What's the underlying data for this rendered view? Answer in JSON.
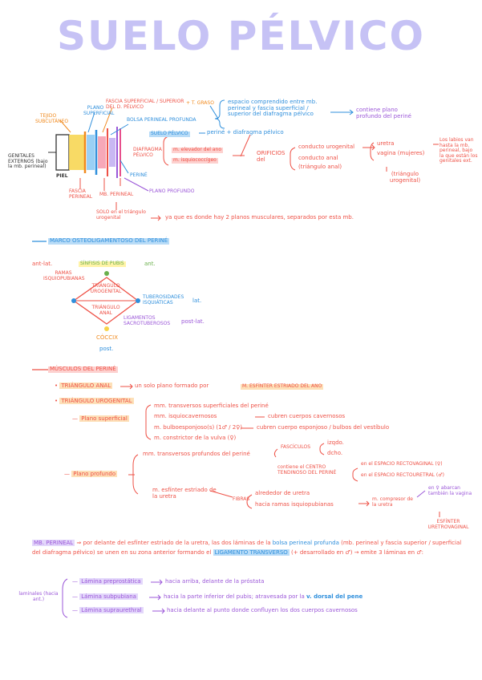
{
  "colors": {
    "title": "#c6c2f5",
    "orange": "#f08a1e",
    "red": "#ee5146",
    "blue": "#2f8fdc",
    "purple": "#9b57d8",
    "pink": "#e74f8c",
    "dark": "#333333",
    "green": "#6ab04c",
    "yellow": "#f7d34a"
  },
  "title": "SUELO PÉLVICO",
  "diagram": {
    "tejido_subcutaneo": "TEJIDO SUBCUTÁNEO",
    "genitales_externos": "GENITALES EXTERNOS (bajo la mb. perineal)",
    "piel": "PIEL",
    "fascia_perineal": "FASCIA PERINEAL",
    "plano_superficial": "PLANO SUPERFICIAL",
    "fascia_superficial": "FASCIA SUPERFICIAL / SUPERIOR DEL D. PÉLVICO",
    "t_graso": "+ T. GRASO",
    "bolsa_perineal": "BOLSA PERINEAL PROFUNDA",
    "suelo_pelvico": "SUELO PÉLVICO",
    "perine_diafragma": "periné + diafragma pélvico",
    "diafragma_pelvico": "DIAFRAGMA PÉLVICO",
    "elevador": "m. elevador del ano",
    "isquiococcigeo": "m. isquiococcígeo",
    "perine": "PERINÉ",
    "mb_perineal": "MB. PERINEAL",
    "plano_profundo": "PLANO PROFUNDO",
    "solo_en_el": "SOLO en el triángulo urogenital",
    "solo_texto": "ya que es donde hay 2 planos musculares, separados por esta mb.",
    "espacio": "espacio comprendido entre mb. perineal y fascia superficial / superior del diafragma pélvico",
    "contiene": "contiene plano profundo del periné",
    "orificios": "ORIFICIOS del",
    "conducto_urogenital": "conducto urogenital",
    "conducto_anal": "conducto anal",
    "triangulo_anal": "(triángulo anal)",
    "uretra": "uretra",
    "vagina": "vagina (mujeres)",
    "triangulo_urogenital": "(triángulo urogenital)",
    "labios": "Los labios van hasta la mb. perineal, bajo la que están los genitales ext."
  },
  "marco": {
    "heading": "MARCO OSTEOLIGAMENTOSO DEL PERINÉ",
    "ant_lat": "ant-lat.",
    "sinfisis": "SÍNFISIS DE PUBIS",
    "ant": "ant.",
    "ramas": "RAMAS ISQUIOPUBIANAS",
    "tri_urogenital": "TRIÁNGULO UROGENITAL",
    "tri_anal": "TRIÁNGULO ANAL",
    "tuberosidades": "TUBEROSIDADES ISQUIÁTICAS",
    "lat": "lat.",
    "ligamentos": "LIGAMENTOS SACROTUBEROSOS",
    "post_lat": "post-lat.",
    "coccix": "CÓCCIX",
    "post": "post."
  },
  "musculos": {
    "heading": "MÚSCULOS DEL PERINÉ",
    "tri_anal": "TRIÁNGULO ANAL",
    "tri_anal_text": "un solo plano formado por",
    "esfinter_anal": "M. ESFÍNTER ESTRIADO DEL ANO",
    "tri_urogenital": "TRIÁNGULO UROGENITAL",
    "plano_superficial": "Plano superficial",
    "ms_sup": [
      "mm. transversos superficiales del periné",
      "mm. isquiocavernosos",
      "m. bulboesponjoso(s) (1♂ / 2♀)",
      "m. constrictor de la vulva (♀)"
    ],
    "cubren_cavernosos": "cubren cuerpos cavernosos",
    "cubren_esponjoso": "cubren cuerpo esponjoso / bulbos del vestíbulo",
    "plano_profundo": "Plano profundo",
    "transversos_prof": "mm. transversos profundos del periné",
    "fasciculos": "FASCÍCULOS",
    "izqdo": "izqdo.",
    "dcho": "dcho.",
    "contiene_centro": "contiene el CENTRO TENDINOSO DEL PERINÉ",
    "espacio_recto_vag": "en el ESPACIO RECTOVAGINAL (♀)",
    "espacio_recto_ure": "en el ESPACIO RECTOURETRAL (♂)",
    "esfinter_uretra": "m. esfínter estriado de la uretra",
    "fibras": "FIBRAS",
    "alrededor": "alrededor de uretra",
    "hacia_ramas": "hacia ramas isquiopubianas",
    "compresor": "m. compresor de la uretra",
    "en_abarcan": "en ♀ abarcan también la vagina",
    "esfinter_uv": "ESFÍNTER URETROVAGINAL"
  },
  "mb": {
    "label": "MB. PERINEAL",
    "text1": "por delante del esfínter estriado de la uretra, las dos láminas de la",
    "bolsa": "bolsa perineal profunda",
    "text2": "(mb. perineal y fascia superior / superficial del diafragma pélvico) se unen en su zona anterior formando el",
    "ligamento": "LIGAMENTO TRANSVERSO",
    "text3": "(+ desarrollado en ♂) → emite 3 láminas en ♂:",
    "laminas_label": "laminales (hacia ant.)",
    "laminas": [
      {
        "name": "Lámina preprostática",
        "desc": "hacia arriba, delante de la próstata"
      },
      {
        "name": "Lámina subpubiana",
        "desc": "hacia la parte inferior del pubis; atravesada por la",
        "extra": "v. dorsal del pene"
      },
      {
        "name": "Lámina supraurethral",
        "desc": "hacia delante al punto donde confluyen los dos cuerpos cavernosos"
      }
    ]
  }
}
